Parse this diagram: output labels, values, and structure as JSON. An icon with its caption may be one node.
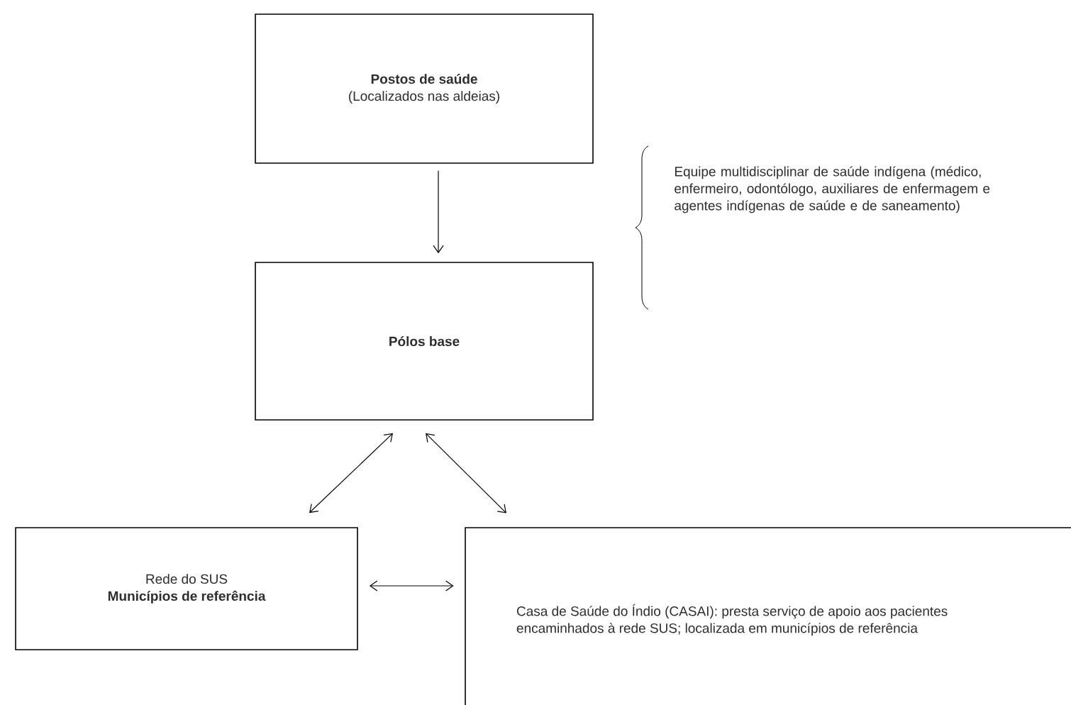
{
  "diagram": {
    "nodes": [
      {
        "text": [
          "Postos de saúde",
          "(Localizados nas aldeias)"
        ]
      },
      {
        "text": [
          "Pólos base"
        ]
      },
      {
        "text": [
          "Rede do SUS",
          "Municípios de referência"
        ]
      },
      {
        "text": [
          "Casa de Saúde do Índio (CASAI): presta serviço de apoio aos pacientes encaminhados à rede SUS; localizada em municípios de referência"
        ]
      }
    ],
    "edges": [
      {
        "from": 0,
        "to": 1,
        "arrow": "to"
      },
      {
        "from": 1,
        "to": 2,
        "arrow": "both"
      },
      {
        "from": 1,
        "to": 3,
        "arrow": "both"
      },
      {
        "from": 2,
        "to": 3,
        "arrow": "both"
      }
    ],
    "labels": [
      "Equipe multidisciplinar de saúde indígena (médico, enfermeiro, odontólogo, auxiliares de enfermagem e agentes indígenas de saúde e de saneamento)"
    ]
  }
}
